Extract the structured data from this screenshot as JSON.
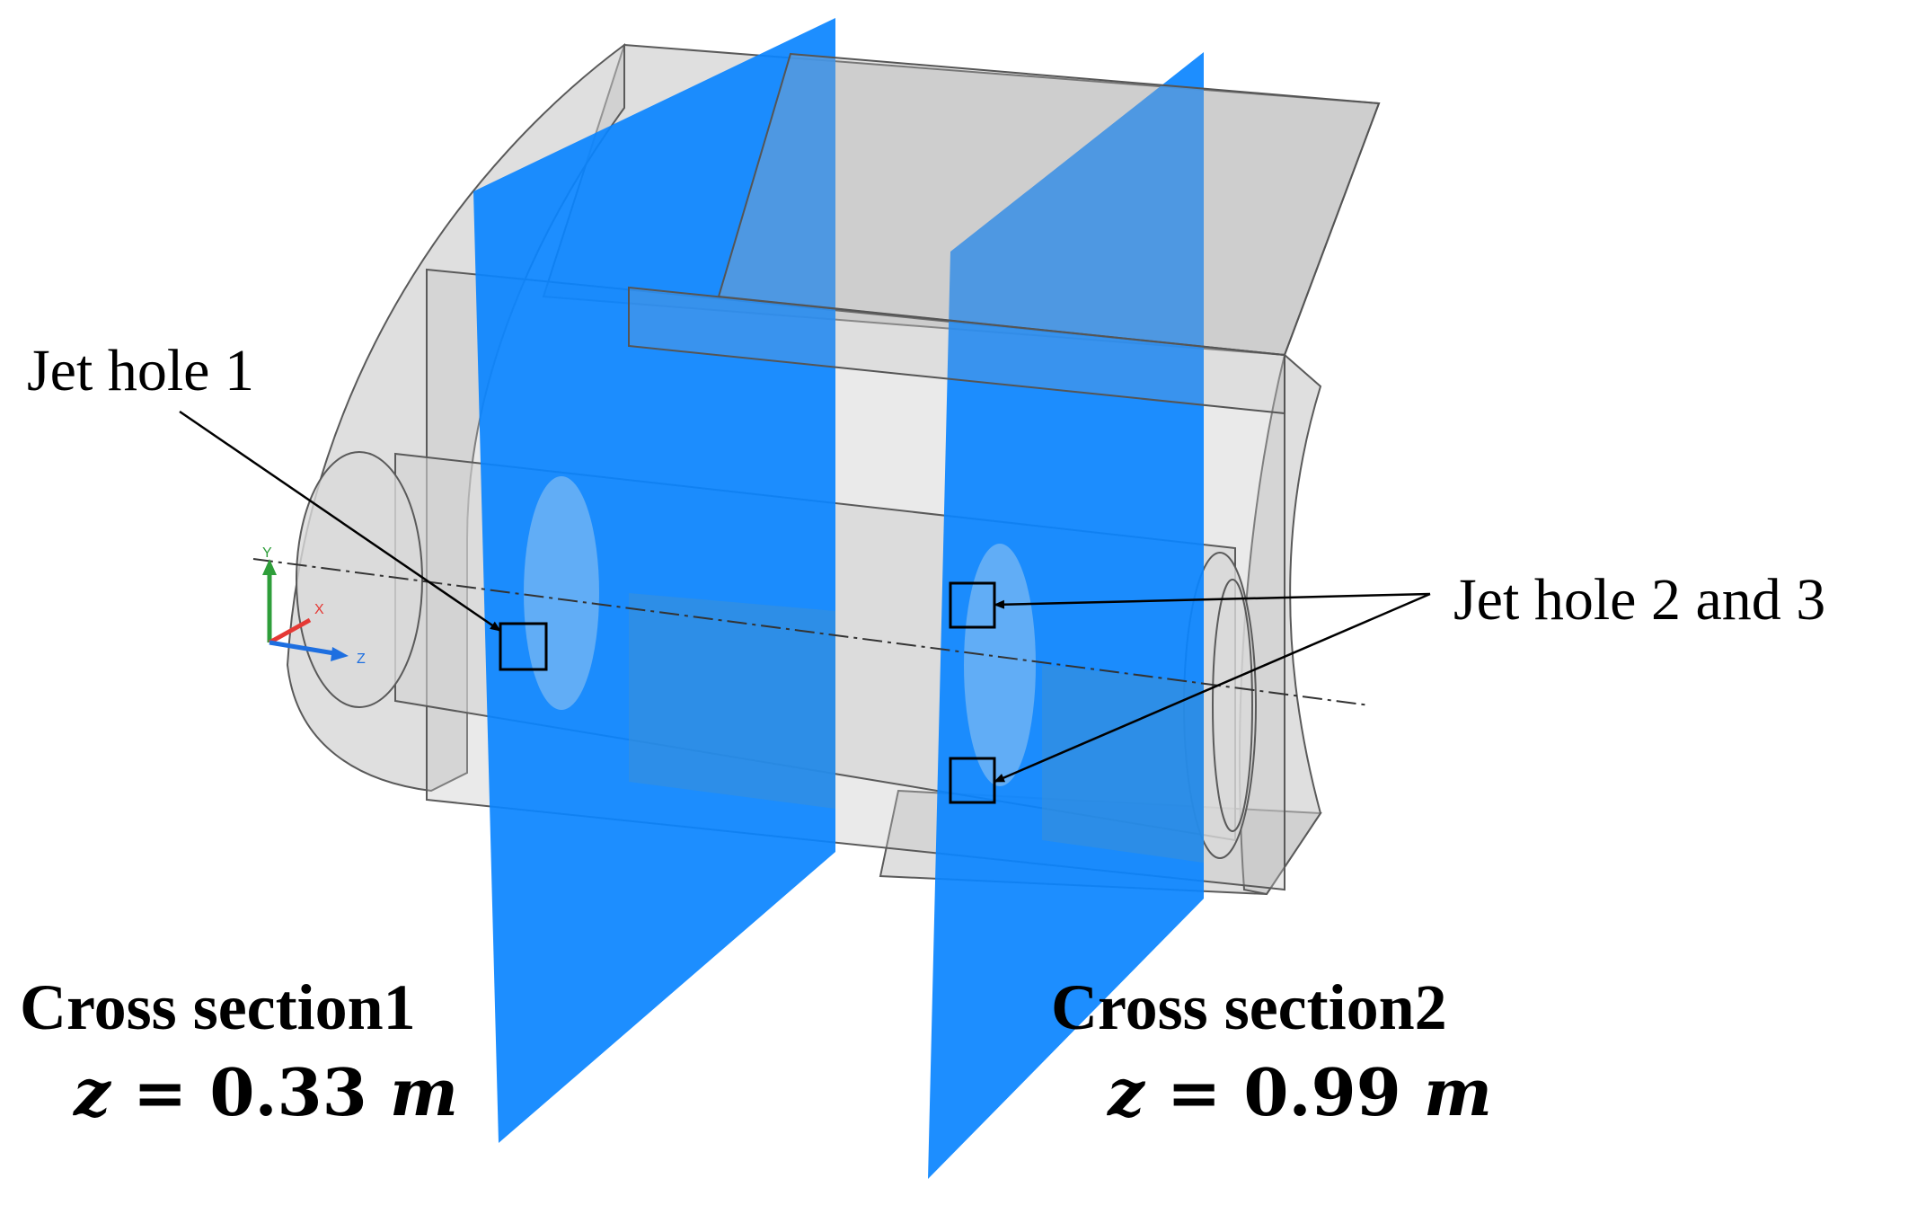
{
  "axis_triad": {
    "y_label": "Y",
    "x_label": "X",
    "z_label": "Z"
  },
  "callouts": {
    "jet_hole_1": "Jet hole 1",
    "jet_hole_2_3": "Jet hole 2 and 3"
  },
  "sections": [
    {
      "title": "Cross section1",
      "var": "z",
      "eq": "=",
      "value": "0.33",
      "unit": "m"
    },
    {
      "title": "Cross section2",
      "var": "z",
      "eq": "=",
      "value": "0.99",
      "unit": "m"
    }
  ],
  "colors": {
    "plane": "#0a84ff",
    "body": "#bdbdbd",
    "edge": "#555555",
    "marker": "#000000"
  }
}
